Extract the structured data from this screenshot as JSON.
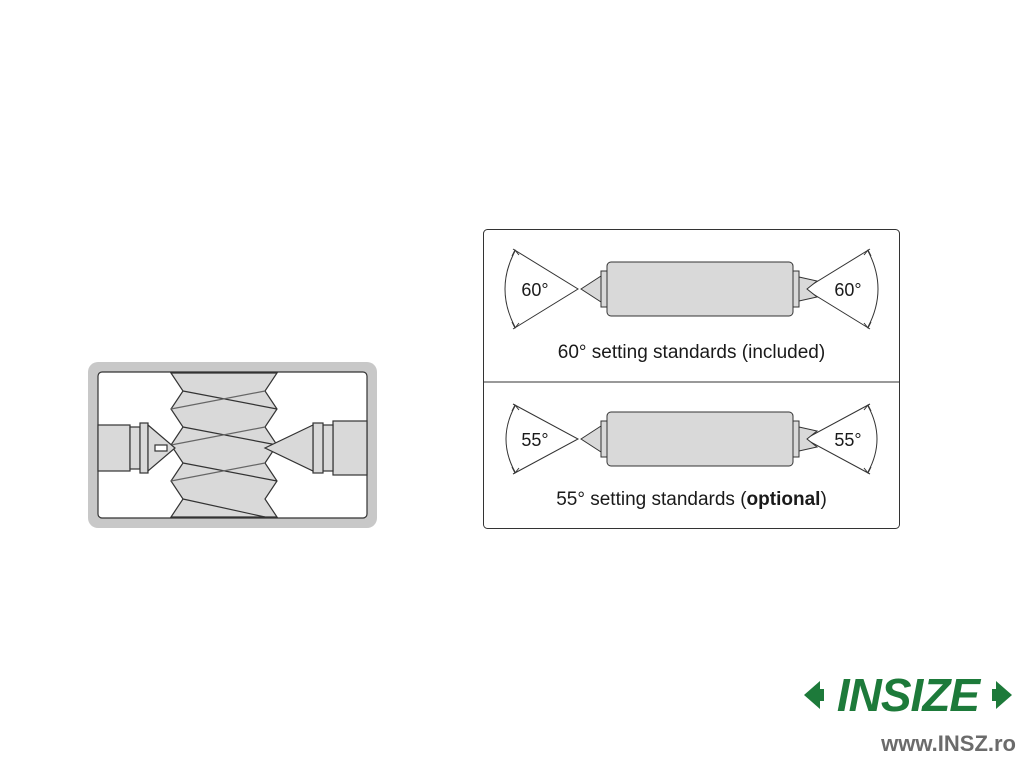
{
  "standards": {
    "top": {
      "left_angle": "60°",
      "right_angle": "60°",
      "caption_prefix": "60° setting standards (included)",
      "caption_bold": "",
      "caption_suffix": ""
    },
    "bottom": {
      "left_angle": "55°",
      "right_angle": "55°",
      "caption_prefix": "55° setting standards (",
      "caption_bold": "optional",
      "caption_suffix": ")"
    }
  },
  "brand": {
    "logo_text": "INSIZE",
    "website": "www.INSZ.ro",
    "color": "#1d7a3a"
  }
}
